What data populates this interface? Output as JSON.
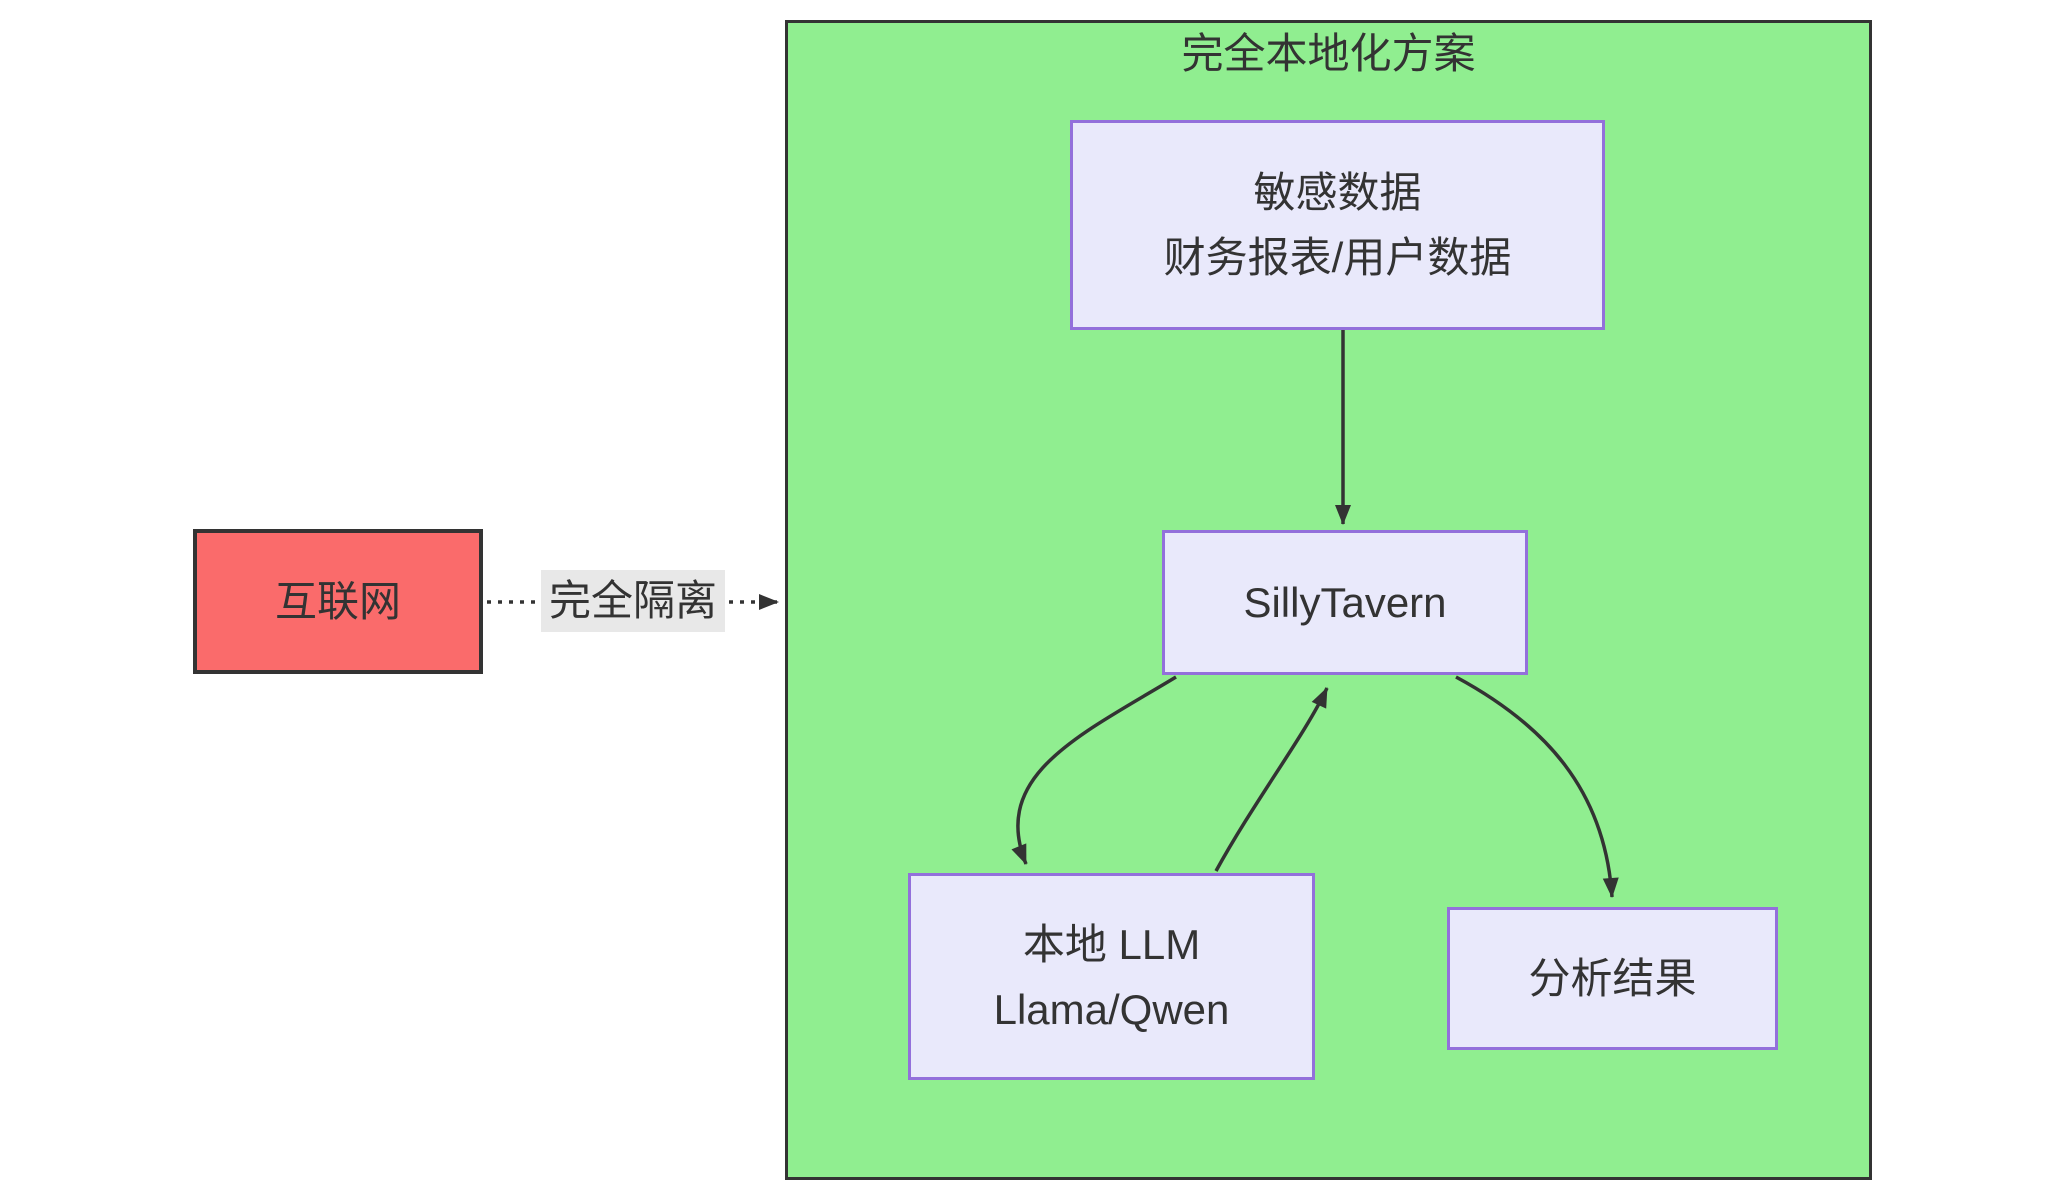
{
  "diagram": {
    "container": {
      "title": "完全本地化方案"
    },
    "nodes": {
      "internet": {
        "label": "互联网"
      },
      "sensitive_data": {
        "line1": "敏感数据",
        "line2": "财务报表/用户数据"
      },
      "sillytavern": {
        "label": "SillyTavern"
      },
      "local_llm": {
        "line1": "本地 LLM",
        "line2": "Llama/Qwen"
      },
      "analysis_result": {
        "label": "分析结果"
      }
    },
    "edges": [
      {
        "from": "internet",
        "to": "container",
        "label": "完全隔离",
        "style": "dotted-arrow"
      },
      {
        "from": "sensitive_data",
        "to": "sillytavern",
        "label": "",
        "style": "solid-arrow"
      },
      {
        "from": "sillytavern",
        "to": "local_llm",
        "label": "",
        "style": "solid-arrow-curved"
      },
      {
        "from": "local_llm",
        "to": "sillytavern",
        "label": "",
        "style": "solid-arrow-curved"
      },
      {
        "from": "sillytavern",
        "to": "analysis_result",
        "label": "",
        "style": "solid-arrow-curved"
      }
    ]
  },
  "colors": {
    "container-fill": "#90EE90",
    "container-border": "#333333",
    "node-fill": "#E9E9FB",
    "node-border": "#9370DB",
    "internet-fill": "#FA6B6B",
    "internet-border": "#333333",
    "line": "#333333",
    "label-bg": "#E8E8E8",
    "text": "#333333"
  }
}
